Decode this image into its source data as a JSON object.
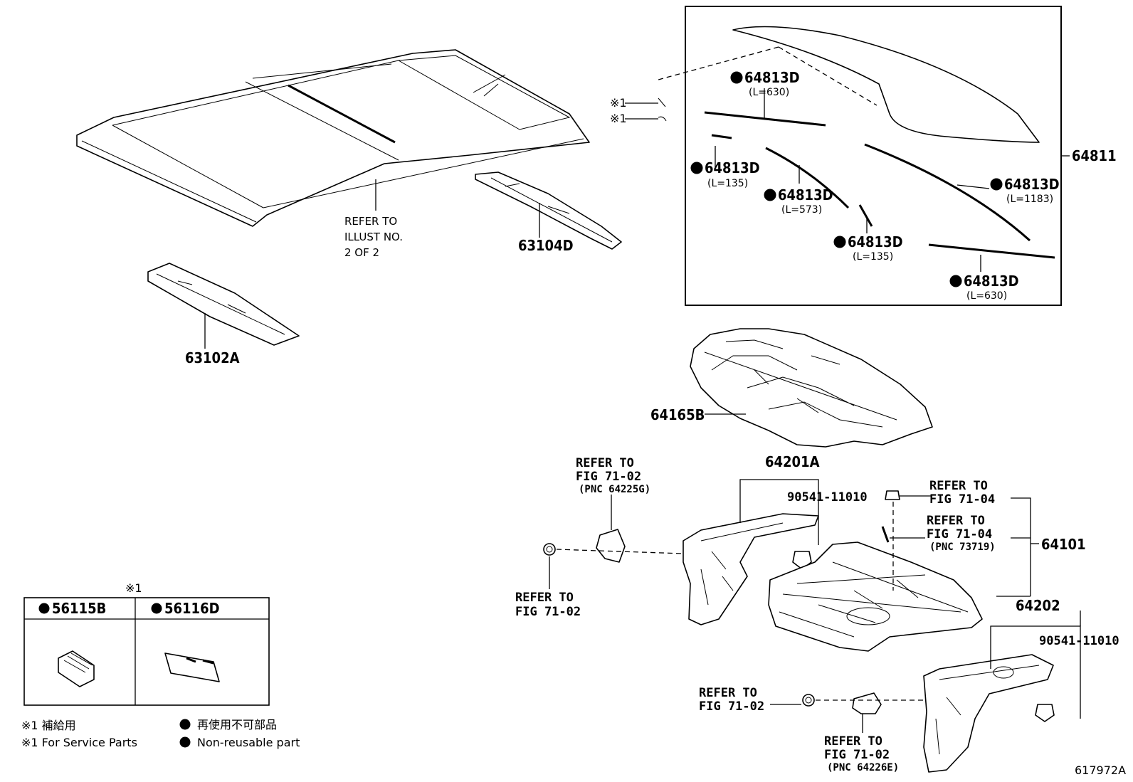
{
  "parts": {
    "p63102A": "63102A",
    "p63104D": "63104D",
    "p64811": "64811",
    "p64165B": "64165B",
    "p64201A": "64201A",
    "p64101": "64101",
    "p64202": "64202",
    "bolt1": "90541-11010",
    "bolt2": "90541-11010"
  },
  "moldings": [
    {
      "part": "64813D",
      "length": "(L=630)"
    },
    {
      "part": "64813D",
      "length": "(L=135)"
    },
    {
      "part": "64813D",
      "length": "(L=573)"
    },
    {
      "part": "64813D",
      "length": "(L=1183)"
    },
    {
      "part": "64813D",
      "length": "(L=135)"
    },
    {
      "part": "64813D",
      "length": "(L=630)"
    }
  ],
  "service_marks": [
    "※1",
    "※1"
  ],
  "refer_illust": [
    "REFER TO",
    "ILLUST NO.",
    "2 OF 2"
  ],
  "refs": {
    "r1": [
      "REFER TO",
      "FIG 71-02",
      "(PNC 64225G)"
    ],
    "r2": [
      "REFER TO",
      "FIG 71-02"
    ],
    "r3": [
      "REFER TO",
      "FIG 71-04"
    ],
    "r4": [
      "REFER TO",
      "FIG 71-04",
      "(PNC 73719)"
    ],
    "r5": [
      "REFER TO",
      "FIG 71-02"
    ],
    "r6": [
      "REFER TO",
      "FIG 71-02",
      "(PNC 64226E)"
    ]
  },
  "legend_table": {
    "mark": "※1",
    "col1": "56115B",
    "col2": "56116D"
  },
  "notes": {
    "service_jp": "※1 補給用",
    "service_en": "※1 For Service Parts",
    "nonreuse_jp": "再使用不可部品",
    "nonreuse_en": "Non-reusable part"
  },
  "illustration_id": "617972A"
}
